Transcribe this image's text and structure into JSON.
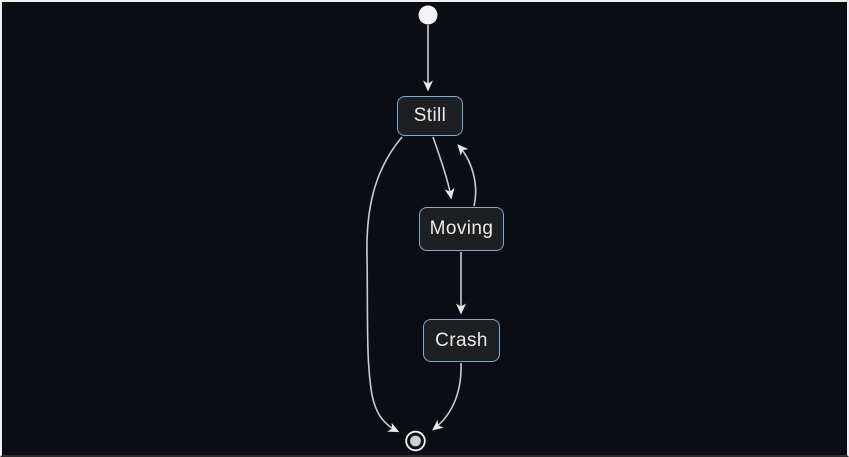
{
  "page": {
    "background": "#0a0e14",
    "frame_border": "#efefef"
  },
  "diagram": {
    "type": "state-machine",
    "nodes": [
      {
        "id": "still",
        "label": "Still"
      },
      {
        "id": "moving",
        "label": "Moving"
      },
      {
        "id": "crash",
        "label": "Crash"
      }
    ],
    "terminals": [
      {
        "id": "initial-state",
        "shape": "filled-circle"
      },
      {
        "id": "final-state",
        "shape": "ringed-circle"
      }
    ],
    "edges": [
      {
        "from": "[*]",
        "to": "Still"
      },
      {
        "from": "Still",
        "to": "Moving"
      },
      {
        "from": "Moving",
        "to": "Still"
      },
      {
        "from": "Moving",
        "to": "Crash"
      },
      {
        "from": "Still",
        "to": "[*]"
      },
      {
        "from": "Crash",
        "to": "[*]"
      }
    ],
    "colors": {
      "node_fill": "#1d2023",
      "node_border": "#7ea8cd",
      "node_text": "#ece9e4",
      "edge_line": "#c9cbcd",
      "arrowhead": "#e8e8e8",
      "terminal": "#f4f4f4",
      "final_inner": "#cfcfcf"
    }
  }
}
